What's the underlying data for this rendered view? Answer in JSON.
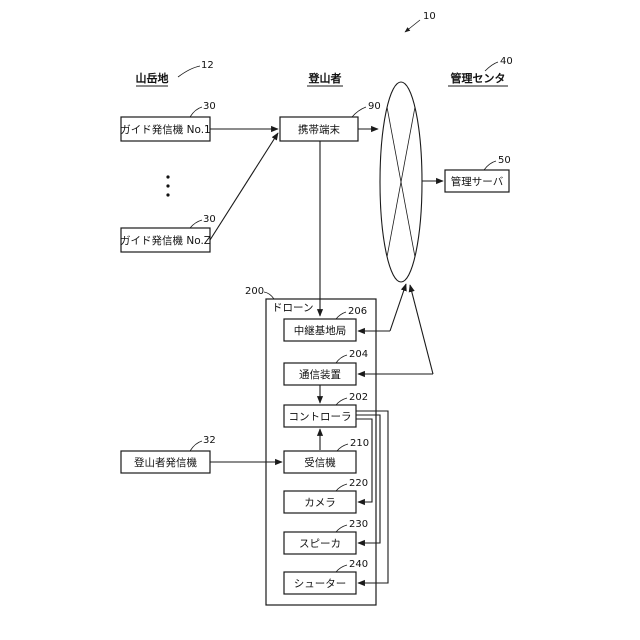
{
  "figure_ref": "10",
  "columns": {
    "mountain": {
      "label": "山岳地",
      "ref": "12"
    },
    "climber": {
      "label": "登山者",
      "ref": ""
    },
    "center": {
      "label": "管理センタ",
      "ref": "40"
    }
  },
  "guide1": {
    "label": "ガイド発信機 No.1",
    "ref": "30"
  },
  "ellipsis": "・\n・\n・",
  "guideZ": {
    "label": "ガイド発信機 No.Z",
    "ref": "30"
  },
  "terminal": {
    "label": "携帯端末",
    "ref": "90"
  },
  "server": {
    "label": "管理サーバ",
    "ref": "50"
  },
  "drone": {
    "label": "ドローン",
    "ref": "200"
  },
  "relay": {
    "label": "中継基地局",
    "ref": "206"
  },
  "comm": {
    "label": "通信装置",
    "ref": "204"
  },
  "controller": {
    "label": "コントローラ",
    "ref": "202"
  },
  "receiver": {
    "label": "受信機",
    "ref": "210"
  },
  "camera": {
    "label": "カメラ",
    "ref": "220"
  },
  "speaker": {
    "label": "スピーカ",
    "ref": "230"
  },
  "shooter": {
    "label": "シューター",
    "ref": "240"
  },
  "climber_tx": {
    "label": "登山者発信機",
    "ref": "32"
  }
}
